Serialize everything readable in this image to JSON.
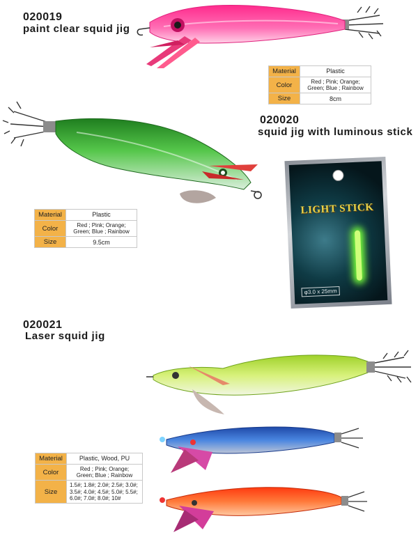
{
  "products": [
    {
      "code": "020019",
      "title": "paint clear squid jig",
      "specs": {
        "material_label": "Material",
        "material": "Plastic",
        "color_label": "Color",
        "color_line1": "Red ; Pink; Orange;",
        "color_line2": "Green; Blue ;  Rainbow",
        "size_label": "Size",
        "size": "8cm"
      }
    },
    {
      "code": "020020",
      "title": "squid jig with luminous stick",
      "specs": {
        "material_label": "Material",
        "material": "Plastic",
        "color_label": "Color",
        "color_line1": "Red ; Pink; Orange;",
        "color_line2": "Green; Blue ;  Rainbow",
        "size_label": "Size",
        "size": "9.5cm"
      },
      "package": {
        "label": "LIGHT STICK",
        "spec": "φ3.0 x 25mm"
      }
    },
    {
      "code": "020021",
      "title": "Laser squid jig",
      "specs": {
        "material_label": "Material",
        "material": "Plastic, Wood, PU",
        "color_label": "Color",
        "color_line1": "Red ; Pink; Orange;",
        "color_line2": "Green; Blue ;  Rainbow",
        "size_label": "Size",
        "size_line1": "1.5#; 1.8#; 2.0#; 2.5#; 3.0#;",
        "size_line2": "3.5#; 4.0#; 4.5#; 5.0#; 5.5#;",
        "size_line3": "6.0#; 7.0#; 8.0#; 10#"
      }
    }
  ],
  "colors": {
    "label_bg": "#f3b248",
    "pink": "#ff3f9c",
    "green": "#48c43a",
    "lime": "#b8e83a",
    "blue": "#2f6fd6",
    "orange": "#ff5a1e"
  },
  "icons": [
    "squid-jig-pink",
    "squid-jig-green",
    "light-stick-pack",
    "squid-jig-lime",
    "squid-jig-blue",
    "squid-jig-orange"
  ]
}
